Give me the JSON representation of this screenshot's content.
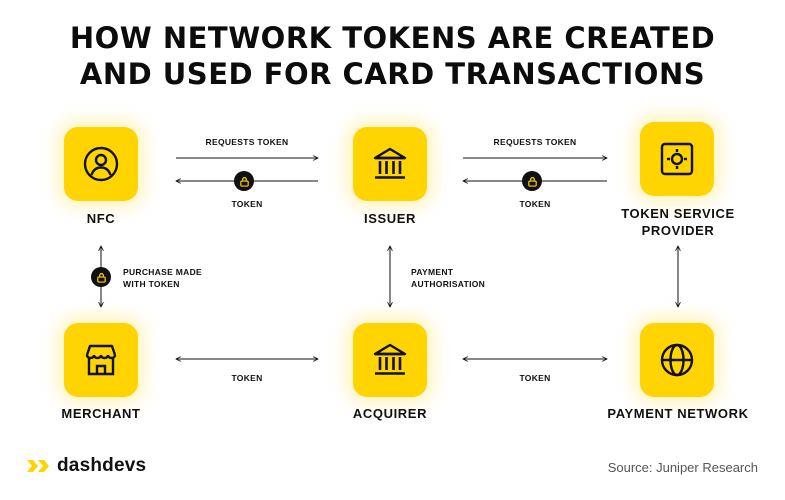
{
  "title": {
    "line1": "HOW NETWORK TOKENS ARE CREATED",
    "line2": "AND USED FOR CARD TRANSACTIONS"
  },
  "nodes": {
    "nfc": {
      "label": "NFC",
      "icon": "user-circle-icon"
    },
    "issuer": {
      "label": "ISSUER",
      "icon": "bank-icon"
    },
    "tsp": {
      "label_line1": "TOKEN SERVICE",
      "label_line2": "PROVIDER",
      "icon": "vault-icon"
    },
    "merchant": {
      "label": "MERCHANT",
      "icon": "shop-icon"
    },
    "acquirer": {
      "label": "ACQUIRER",
      "icon": "bank-icon"
    },
    "payment_network": {
      "label": "PAYMENT NETWORK",
      "icon": "globe-icon"
    }
  },
  "edges": {
    "nfc_issuer_request": "REQUESTS TOKEN",
    "nfc_issuer_token": "TOKEN",
    "issuer_tsp_request": "REQUESTS TOKEN",
    "issuer_tsp_token": "TOKEN",
    "nfc_merchant_line1": "PURCHASE MADE",
    "nfc_merchant_line2": "WITH TOKEN",
    "issuer_acquirer_line1": "PAYMENT",
    "issuer_acquirer_line2": "AUTHORISATION",
    "merchant_acquirer": "TOKEN",
    "acquirer_network": "TOKEN"
  },
  "footer": {
    "logo_text": "dashdevs",
    "source": "Source: Juniper Research"
  },
  "colors": {
    "accent": "#ffd400",
    "text": "#111111",
    "source_text": "#555555"
  }
}
